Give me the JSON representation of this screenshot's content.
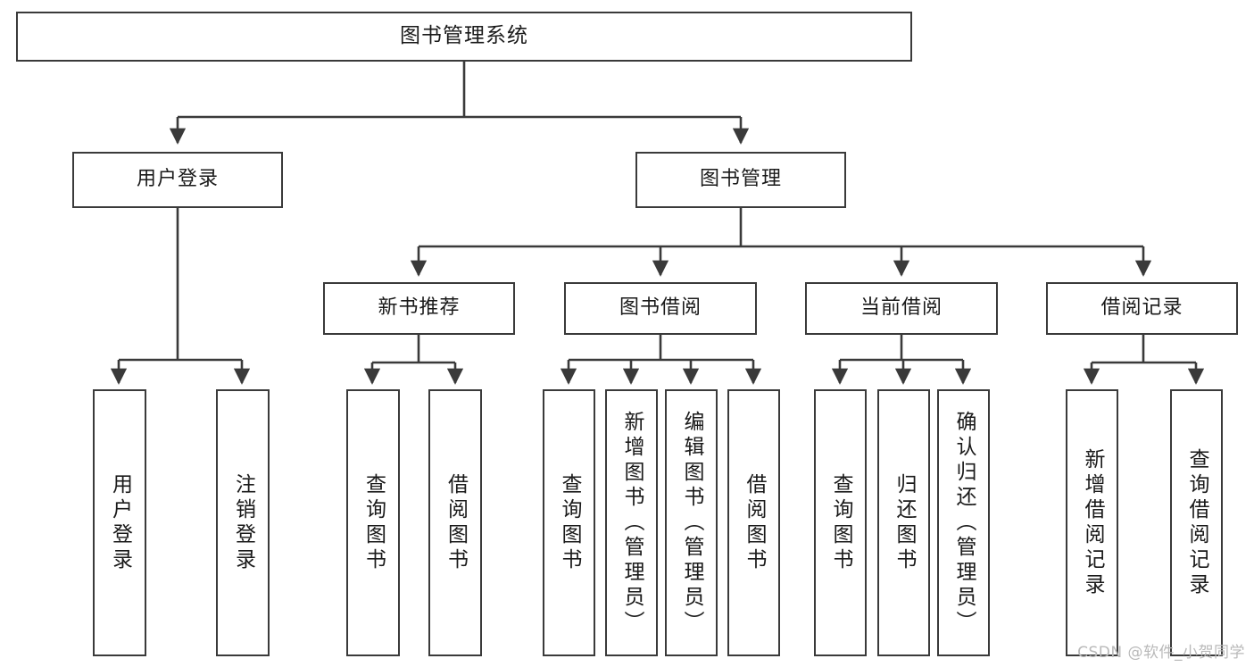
{
  "diagram": {
    "title": "图书管理系统",
    "type": "hierarchy-tree",
    "watermark": "CSDN @软件_小贺同学",
    "colors": {
      "stroke": "#3a3a3a",
      "fill": "#ffffff",
      "text": "#1a1a1a",
      "watermark": "#b9b9b9"
    },
    "nodes": {
      "root": {
        "label": "图书管理系统"
      },
      "level2": [
        {
          "id": "user-login",
          "label": "用户登录"
        },
        {
          "id": "book-manage",
          "label": "图书管理"
        }
      ],
      "level3": [
        {
          "id": "new-book-recommend",
          "label": "新书推荐"
        },
        {
          "id": "book-borrow",
          "label": "图书借阅"
        },
        {
          "id": "current-borrow",
          "label": "当前借阅"
        },
        {
          "id": "borrow-record",
          "label": "借阅记录"
        }
      ],
      "leaves": {
        "user-login": [
          {
            "id": "leaf-user-login",
            "label": "用户登录"
          },
          {
            "id": "leaf-logout",
            "label": "注销登录"
          }
        ],
        "new-book-recommend": [
          {
            "id": "leaf-query-book-1",
            "label": "查询图书"
          },
          {
            "id": "leaf-borrow-book-1",
            "label": "借阅图书"
          }
        ],
        "book-borrow": [
          {
            "id": "leaf-query-book-2",
            "label": "查询图书"
          },
          {
            "id": "leaf-add-book",
            "label": "新增图书（管理员）"
          },
          {
            "id": "leaf-edit-book",
            "label": "编辑图书（管理员）"
          },
          {
            "id": "leaf-borrow-book-2",
            "label": "借阅图书"
          }
        ],
        "current-borrow": [
          {
            "id": "leaf-query-book-3",
            "label": "查询图书"
          },
          {
            "id": "leaf-return-book",
            "label": "归还图书"
          },
          {
            "id": "leaf-confirm-return",
            "label": "确认归还（管理员）"
          }
        ],
        "borrow-record": [
          {
            "id": "leaf-add-record",
            "label": "新增借阅记录"
          },
          {
            "id": "leaf-query-record",
            "label": "查询借阅记录"
          }
        ]
      }
    }
  }
}
